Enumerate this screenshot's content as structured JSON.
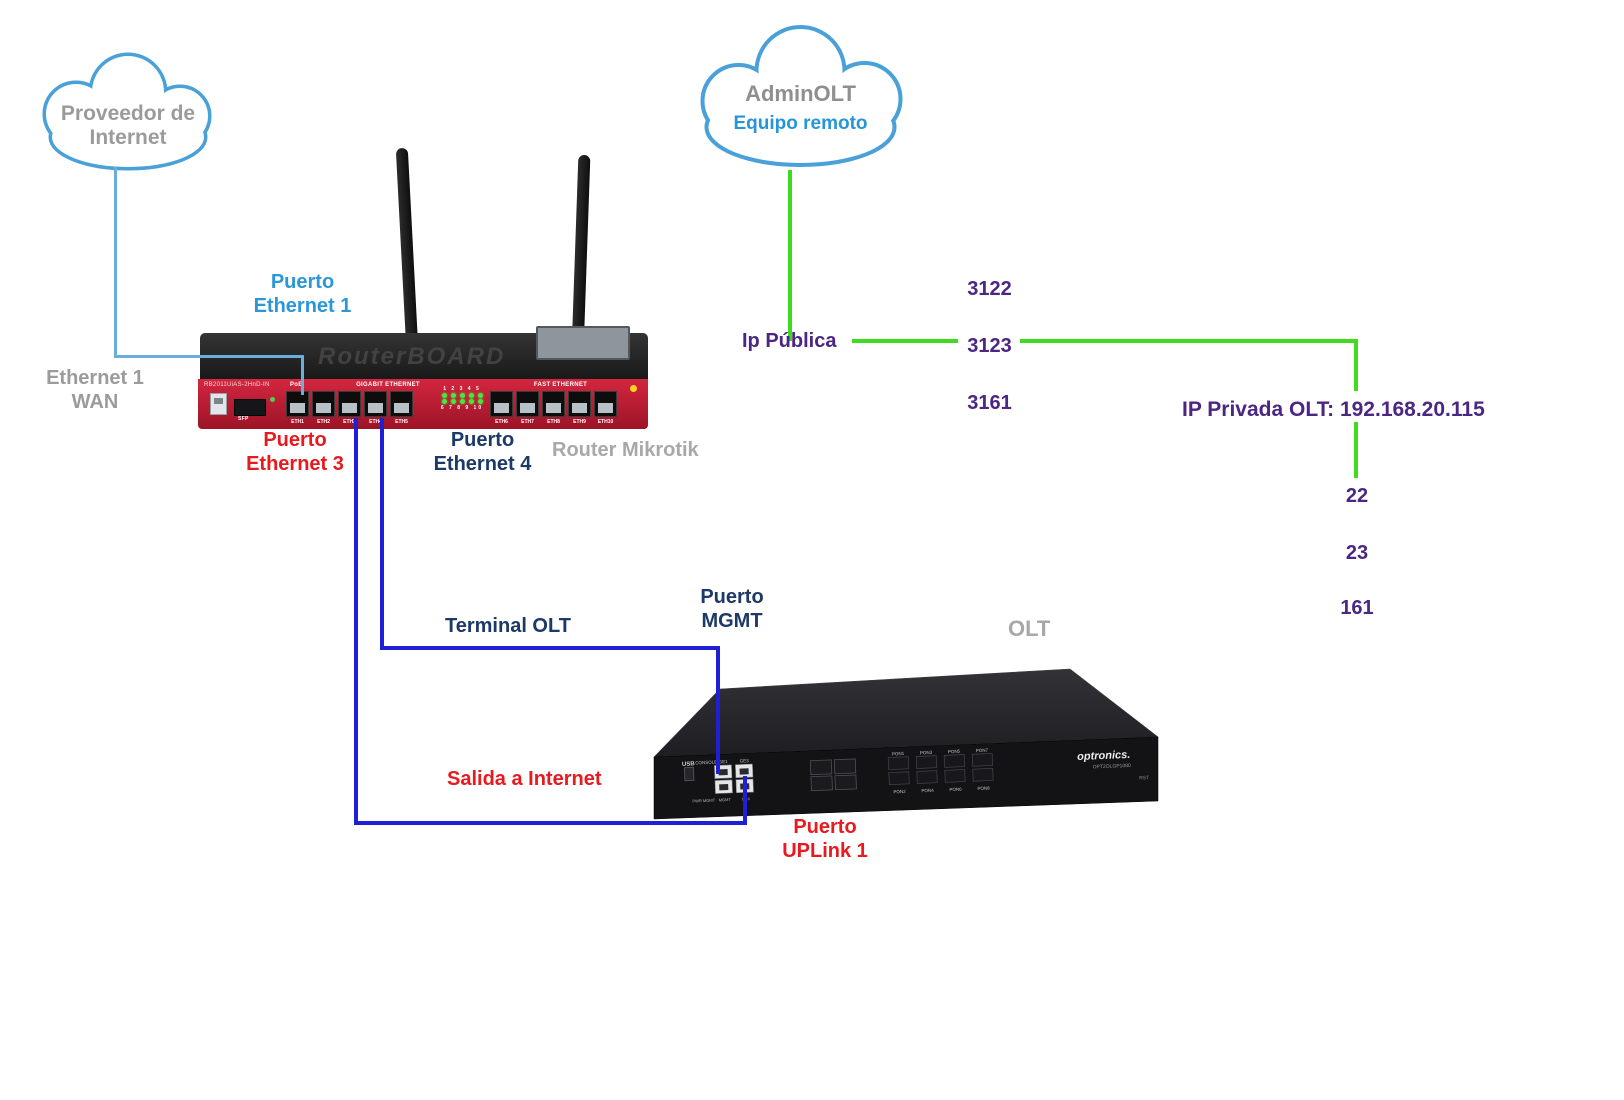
{
  "clouds": {
    "provider": {
      "line1": "Proveedor de",
      "line2": "Internet"
    },
    "admin": {
      "title": "AdminOLT",
      "subtitle": "Equipo remoto"
    }
  },
  "labels": {
    "puerto_eth1": {
      "line1": "Puerto",
      "line2": "Ethernet 1"
    },
    "eth1_wan": {
      "line1": "Ethernet 1",
      "line2": "WAN"
    },
    "puerto_eth3": {
      "line1": "Puerto",
      "line2": "Ethernet 3"
    },
    "puerto_eth4": {
      "line1": "Puerto",
      "line2": "Ethernet 4"
    },
    "router_name": "Router Mikrotik",
    "terminal_olt": "Terminal OLT",
    "puerto_mgmt": {
      "line1": "Puerto",
      "line2": "MGMT"
    },
    "salida_internet": "Salida a Internet",
    "puerto_uplink": {
      "line1": "Puerto",
      "line2": "UPLink 1"
    },
    "ip_publica": "Ip Pública",
    "public_ports": [
      "3122",
      "3123",
      "3161"
    ],
    "ip_privada": "IP Privada OLT: 192.168.20.115",
    "private_ports": [
      "22",
      "23",
      "161"
    ],
    "olt_name": "OLT"
  },
  "router": {
    "brand": "RouterBOARD",
    "model": "RB2011UiAS-2HnD-IN",
    "poe": "PoE",
    "gigabit_label": "GIGABIT ETHERNET",
    "fast_label": "FAST ETHERNET",
    "sfp": "SFP",
    "eth_labels": [
      "ETH1",
      "ETH2",
      "ETH3",
      "ETH4",
      "ETH5",
      "ETH6",
      "ETH7",
      "ETH8",
      "ETH9",
      "ETH10"
    ],
    "led_row_top": "1 2 3 4 5",
    "led_row_bottom": "6 7 8 9 10"
  },
  "olt": {
    "brand": "optronics.",
    "model": "OPT2OLGP1080",
    "usb": "USB",
    "console": "CONSOLE",
    "ge1": "GE1",
    "ge3": "GE3",
    "ge4": "GE4",
    "pwr_mgmt": "PWR MGMT",
    "mgmt": "MGMT",
    "rst": "RST",
    "pon_top": [
      "PON1",
      "PON3",
      "PON5",
      "PON7"
    ],
    "pon_bottom": [
      "PON2",
      "PON4",
      "PON6",
      "PON8"
    ]
  },
  "colors": {
    "cloud_stroke": "#4aa0d8",
    "light_blue_line": "#6aaede",
    "blue_line": "#1f1fd7",
    "green_line": "#3edb1e",
    "label_blue": "#2b97d8",
    "label_navy": "#1d3a66",
    "label_red": "#e8191f",
    "label_purple": "#4b2683",
    "label_gray": "#9b9b9b",
    "router_red": "#c21f33"
  }
}
